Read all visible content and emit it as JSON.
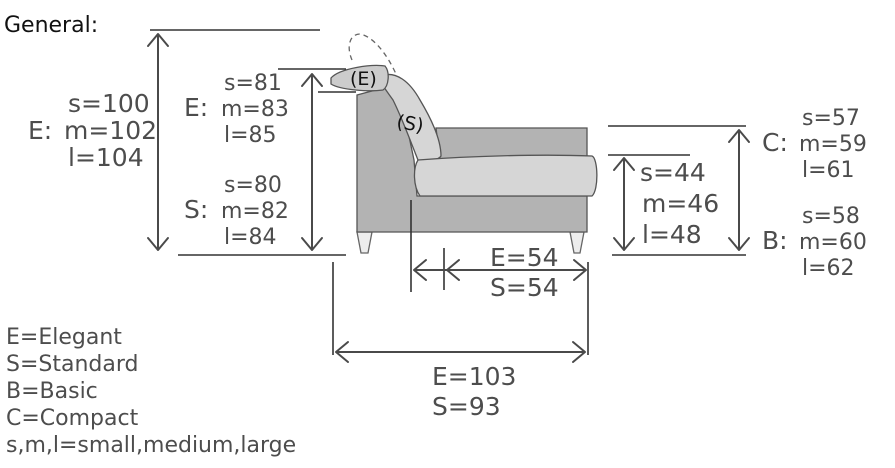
{
  "title": "General:",
  "back_height": {
    "prefix": "E:",
    "lines": [
      "s=100",
      "m=102",
      "l=104"
    ]
  },
  "headrest_height": {
    "prefix": "E:",
    "lines": [
      "s=81",
      "m=83",
      "l=85"
    ]
  },
  "standard_height": {
    "prefix": "S:",
    "lines": [
      "s=80",
      "m=82",
      "l=84"
    ]
  },
  "seat_height": {
    "lines": [
      "s=44",
      "m=46",
      "l=48"
    ]
  },
  "compact_height": {
    "prefix": "C:",
    "lines": [
      "s=57",
      "m=59",
      "l=61"
    ]
  },
  "basic_height": {
    "prefix": "B:",
    "lines": [
      "s=58",
      "m=60",
      "l=62"
    ]
  },
  "seat_depth": [
    "E=54",
    "S=54"
  ],
  "total_depth": [
    "E=103",
    "S=93"
  ],
  "part_labels": {
    "elegant": "(E)",
    "standard": "(S)"
  },
  "legend": [
    "E=Elegant",
    "S=Standard",
    "B=Basic",
    "C=Compact",
    "s,m,l=small,medium,large"
  ],
  "colors": {
    "frame": "#b3b3b3",
    "cushion": "#d6d6d6",
    "outline": "#555555",
    "text": "#4d4d4d"
  }
}
